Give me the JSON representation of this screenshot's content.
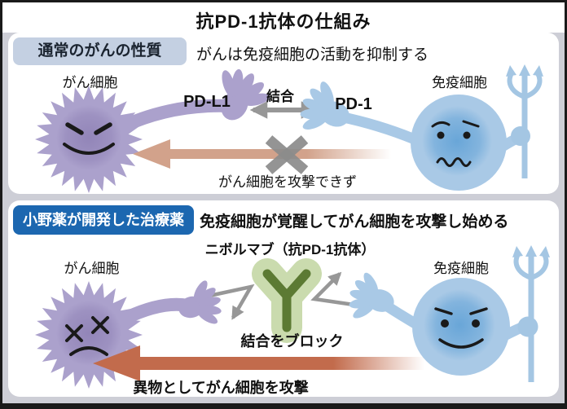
{
  "title": "抗PD-1抗体の仕組み",
  "panel1": {
    "badge": "通常のがんの性質",
    "subtitle": "がんは免疫細胞の活動を抑制する",
    "cancer_cell_label": "がん細胞",
    "immune_cell_label": "免疫細胞",
    "pdl1_label": "PD-L1",
    "pd1_label": "PD-1",
    "bond_label": "結合",
    "result_text": "がん細胞を攻撃できず"
  },
  "panel2": {
    "badge": "小野薬が開発した治療薬",
    "subtitle": "免疫細胞が覚醒してがん細胞を攻撃し始める",
    "drug_label": "ニボルマブ（抗PD-1抗体）",
    "cancer_cell_label": "がん細胞",
    "immune_cell_label": "免疫細胞",
    "block_label": "結合をブロック",
    "result_text": "異物としてがん細胞を攻撃"
  },
  "icons": [
    "cancer-cell-icon",
    "immune-cell-icon",
    "trident-icon",
    "hand-icon",
    "antibody-y-icon",
    "bond-double-arrow-icon",
    "x-blocked-icon",
    "attack-arrow-icon",
    "deflect-arrow-icon"
  ],
  "colors": {
    "page_bg": "#cdced6",
    "frame": "#1a1a1a",
    "badge1_bg": "#c4d0e2",
    "badge2_bg": "#1c67b0",
    "cancer_purple": "#aba1cc",
    "cancer_inner": "#9285b8",
    "immune_blue": "#a9c9e6",
    "immune_inner": "#69a6d8",
    "trident_blue": "#a4c6e3",
    "bond_gray": "#979797",
    "x_gray": "#8c8c8c",
    "blocked_arrow_tan": "#d2a28b",
    "attack_arrow_terracotta": "#c26b4c",
    "antibody_light": "#cadbae",
    "antibody_dark": "#5c7a33"
  }
}
